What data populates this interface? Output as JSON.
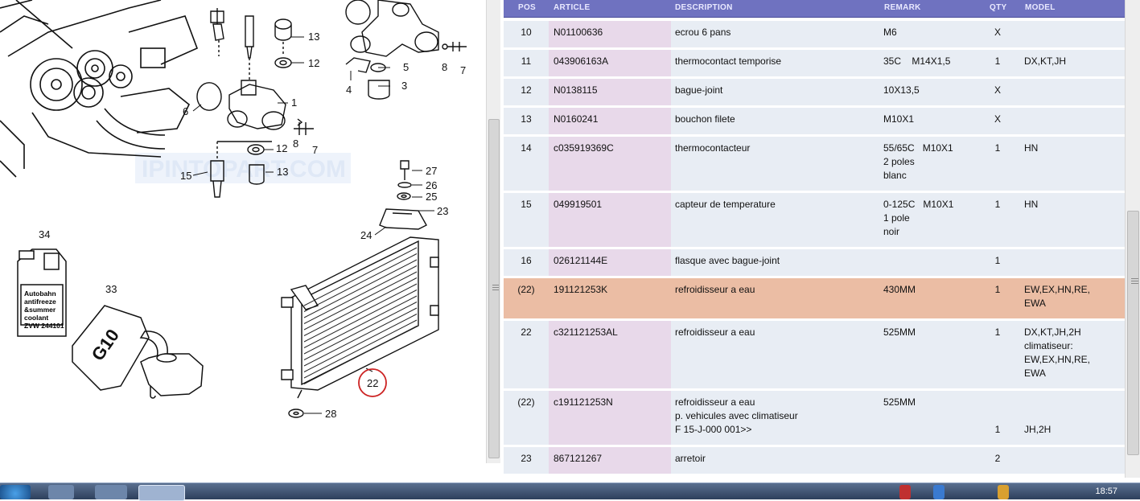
{
  "diagram": {
    "watermark": "IPINTOPART.COM",
    "callouts": [
      "1",
      "3",
      "4",
      "5",
      "6",
      "7",
      "7",
      "8",
      "8",
      "12",
      "12",
      "13",
      "13",
      "15",
      "22",
      "23",
      "24",
      "25",
      "26",
      "27",
      "28",
      "33",
      "34"
    ],
    "jug_label": [
      "Autobahn",
      "antifreeze",
      "&summer",
      "coolant",
      "ZVW 244101"
    ],
    "canister_label": "G10"
  },
  "table": {
    "headers": {
      "pos": "POS",
      "article": "ARTICLE",
      "description": "DESCRIPTION",
      "remark": "REMARK",
      "qty": "QTY",
      "model": "MODEL"
    },
    "rows": [
      {
        "pos": "10",
        "article": "N01100636",
        "description": [
          "ecrou 6 pans"
        ],
        "remark": [
          "M6"
        ],
        "qty": [
          "X"
        ],
        "model": [
          ""
        ]
      },
      {
        "pos": "11",
        "article": "043906163A",
        "description": [
          "thermocontact temporise"
        ],
        "remark": [
          "35C    M14X1,5"
        ],
        "qty": [
          "1"
        ],
        "model": [
          "DX,KT,JH"
        ]
      },
      {
        "pos": "12",
        "article": "N0138115",
        "description": [
          "bague-joint"
        ],
        "remark": [
          "10X13,5"
        ],
        "qty": [
          "X"
        ],
        "model": [
          ""
        ]
      },
      {
        "pos": "13",
        "article": "N0160241",
        "description": [
          "bouchon filete"
        ],
        "remark": [
          "M10X1"
        ],
        "qty": [
          "X"
        ],
        "model": [
          ""
        ]
      },
      {
        "pos": "14",
        "article": "c035919369C",
        "description": [
          "thermocontacteur"
        ],
        "remark": [
          "55/65C   M10X1",
          "2 poles",
          "blanc"
        ],
        "qty": [
          "1"
        ],
        "model": [
          "HN"
        ]
      },
      {
        "pos": "15",
        "article": "049919501",
        "description": [
          "capteur de temperature"
        ],
        "remark": [
          "0-125C   M10X1",
          "1 pole",
          "noir"
        ],
        "qty": [
          "1"
        ],
        "model": [
          "HN"
        ]
      },
      {
        "pos": "16",
        "article": "026121144E",
        "description": [
          "flasque avec bague-joint"
        ],
        "remark": [
          ""
        ],
        "qty": [
          "1"
        ],
        "model": [
          ""
        ]
      },
      {
        "pos": "(22)",
        "article": "191121253K",
        "description": [
          "refroidisseur a eau"
        ],
        "remark": [
          "430MM"
        ],
        "qty": [
          "1"
        ],
        "model": [
          "EW,EX,HN,RE,",
          "EWA"
        ]
      },
      {
        "pos": "22",
        "article": "c321121253AL",
        "description": [
          "refroidisseur a eau"
        ],
        "remark": [
          "525MM"
        ],
        "qty": [
          "1"
        ],
        "model": [
          "DX,KT,JH,2H",
          "climatiseur:",
          "EW,EX,HN,RE,",
          "EWA"
        ]
      },
      {
        "pos": "(22)",
        "article": "c191121253N",
        "description": [
          "refroidisseur a eau",
          "p. vehicules avec climatiseur",
          "F 15-J-000 001>>"
        ],
        "remark": [
          "525MM"
        ],
        "qty": [
          "",
          "",
          "1"
        ],
        "model": [
          "",
          "",
          "JH,2H"
        ]
      },
      {
        "pos": "23",
        "article": "867121267",
        "description": [
          "arretoir"
        ],
        "remark": [
          ""
        ],
        "qty": [
          "2"
        ],
        "model": [
          ""
        ]
      }
    ]
  },
  "taskbar": {
    "clock": "18:57"
  },
  "colors": {
    "header_bg": "#6f72c0",
    "row_bg": "#e8edf4",
    "article_col_bg": "#e8d9ea",
    "highlight_bg": "#ebbda4",
    "callout_circle": "#cc2222"
  }
}
